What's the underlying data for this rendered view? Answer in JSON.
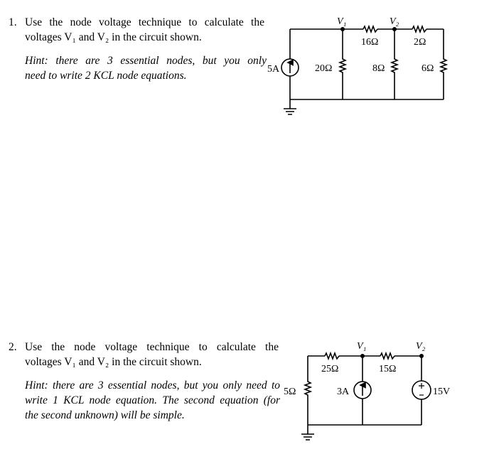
{
  "problems": [
    {
      "number": "1.",
      "statement_lines": [
        "Use the node voltage technique to calculate the",
        "voltages V₁ and V₂ in the circuit shown."
      ],
      "hint_lines": [
        "Hint: there are 3 essential nodes, but you only",
        "need to write 2 KCL node equations."
      ],
      "circuit": {
        "node_labels": [
          "V₁",
          "V₂"
        ],
        "source_label": "5A",
        "resistor_labels": [
          "20Ω",
          "16Ω",
          "8Ω",
          "2Ω",
          "6Ω"
        ]
      }
    },
    {
      "number": "2.",
      "statement_lines": [
        "Use the node voltage technique to calculate the",
        "voltages V₁ and V₂ in the circuit shown."
      ],
      "hint_lines": [
        "Hint: there are 3 essential nodes, but you only need to",
        "write 1 KCL node equation. The second equation (for",
        "the second unknown) will be simple."
      ],
      "circuit": {
        "node_labels": [
          "V₁",
          "V₂"
        ],
        "current_source_label": "3A",
        "voltage_source_label": "15V",
        "resistor_labels": [
          "5Ω",
          "25Ω",
          "15Ω"
        ]
      }
    }
  ]
}
